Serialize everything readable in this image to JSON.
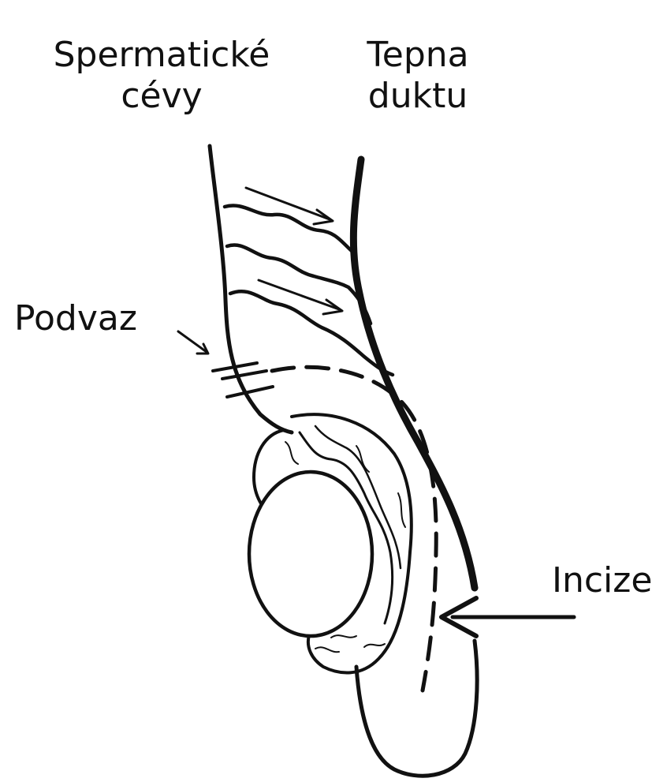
{
  "labels": {
    "spermatic_vessels": {
      "line1": "Spermatické",
      "line2": "cévy"
    },
    "duct_artery": {
      "line1": "Tepna",
      "line2": "duktu"
    },
    "ligature": "Podvaz",
    "incision": "Incize"
  },
  "colors": {
    "stroke": "#111111",
    "background": "#ffffff"
  }
}
